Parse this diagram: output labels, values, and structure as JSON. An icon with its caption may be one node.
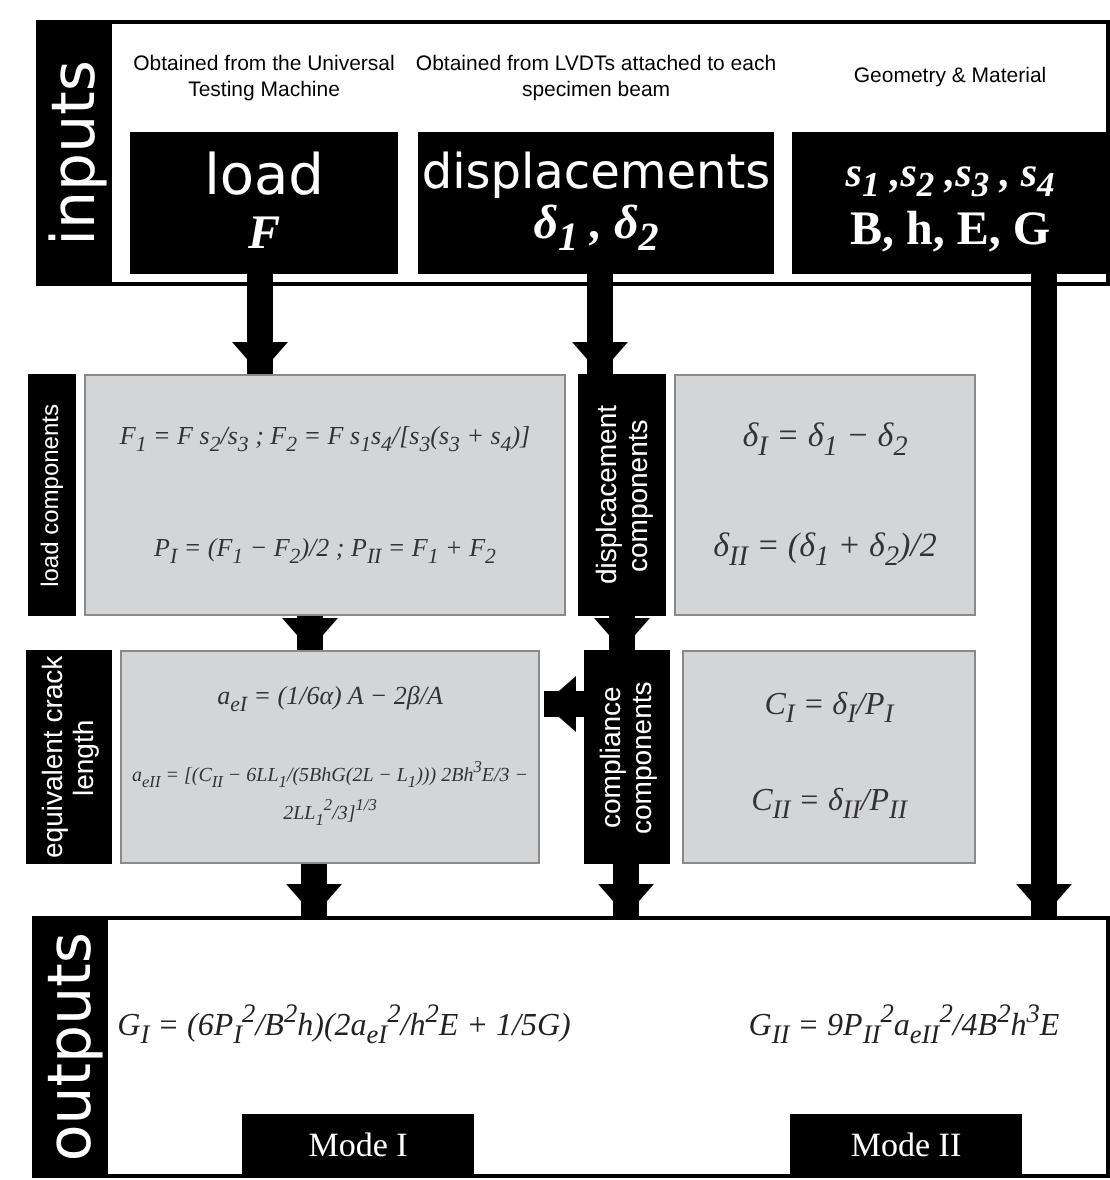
{
  "diagram": {
    "nodes": [
      {
        "text": [
          "inputs"
        ]
      },
      {
        "text": [
          "Obtained from the Universal Testing Machine",
          "load",
          "F"
        ],
        "in": 0
      },
      {
        "text": [
          "Obtained from LVDTs attached to each specimen beam",
          "displacements",
          "δ$_{1}$ , δ$_{2}$"
        ],
        "in": 0
      },
      {
        "text": [
          "Geometry & Material",
          "s$_{1}$ ,s$_{2}$ ,s$_{3}$ , s$_{4}$",
          "B, h, E, G"
        ],
        "in": 0
      },
      {
        "text": [
          "load components",
          "F$_{1}$ = F s$_{2}$/s$_{3}$ ; F$_{2}$ = F s$_{1}$s$_{4}$/[s$_{3}$(s$_{3}$ + s$_{4}$)]",
          "P$_{I}$ = (F$_{1}$ − F$_{2}$)/2 ; P$_{II}$ = F$_{1}$ + F$_{2}$"
        ]
      },
      {
        "text": [
          "displcacement components",
          "δ$_{I}$ = δ$_{1}$ − δ$_{2}$",
          "δ$_{II}$ = (δ$_{1}$ + δ$_{2}$)/2"
        ]
      },
      {
        "text": [
          "equivalent crack length",
          "a$_{eI}$ = (1/6α) A − 2β/A",
          "a$_{eII}$ = [(C$_{II}$ − 6LL$_{1}$/(5BhG(2L − L$_{1}$))) 2Bh$^{3}$E/3 − 2LL$_{1}$$^{2}$/3]$^{1/3}$"
        ]
      },
      {
        "text": [
          "compliance components",
          "C$_{I}$ = δ$_{I}$/P$_{I}$",
          "C$_{II}$ = δ$_{II}$/P$_{II}$"
        ]
      },
      {
        "text": [
          "outputs"
        ]
      },
      {
        "text": [
          "Mode I"
        ],
        "in": 8,
        "beside": [
          "G$_{I}$ = (6P$_{I}$$^{2}$/B$^{2}$h)(2a$_{eI}$$^{2}$/h$^{2}$E + 1/5G)"
        ]
      },
      {
        "text": [
          "Mode II"
        ],
        "in": 8,
        "beside": [
          "G$_{II}$ = 9P$_{II}$$^{2}$a$_{eII}$$^{2}$/4B$^{2}$h$^{3}$E"
        ]
      }
    ],
    "edges": [
      {
        "from": 1,
        "to": 4,
        "arrow": "to"
      },
      {
        "from": 2,
        "to": 5,
        "arrow": "to"
      },
      {
        "from": 5,
        "to": 7,
        "arrow": "to"
      },
      {
        "from": 7,
        "to": 6,
        "arrow": "to"
      },
      {
        "from": 4,
        "to": 6,
        "arrow": "to"
      },
      {
        "from": 6,
        "to": 8,
        "arrow": "to"
      },
      {
        "from": 7,
        "to": 8,
        "arrow": "to"
      },
      {
        "from": 3,
        "to": 8,
        "arrow": "to"
      }
    ]
  }
}
